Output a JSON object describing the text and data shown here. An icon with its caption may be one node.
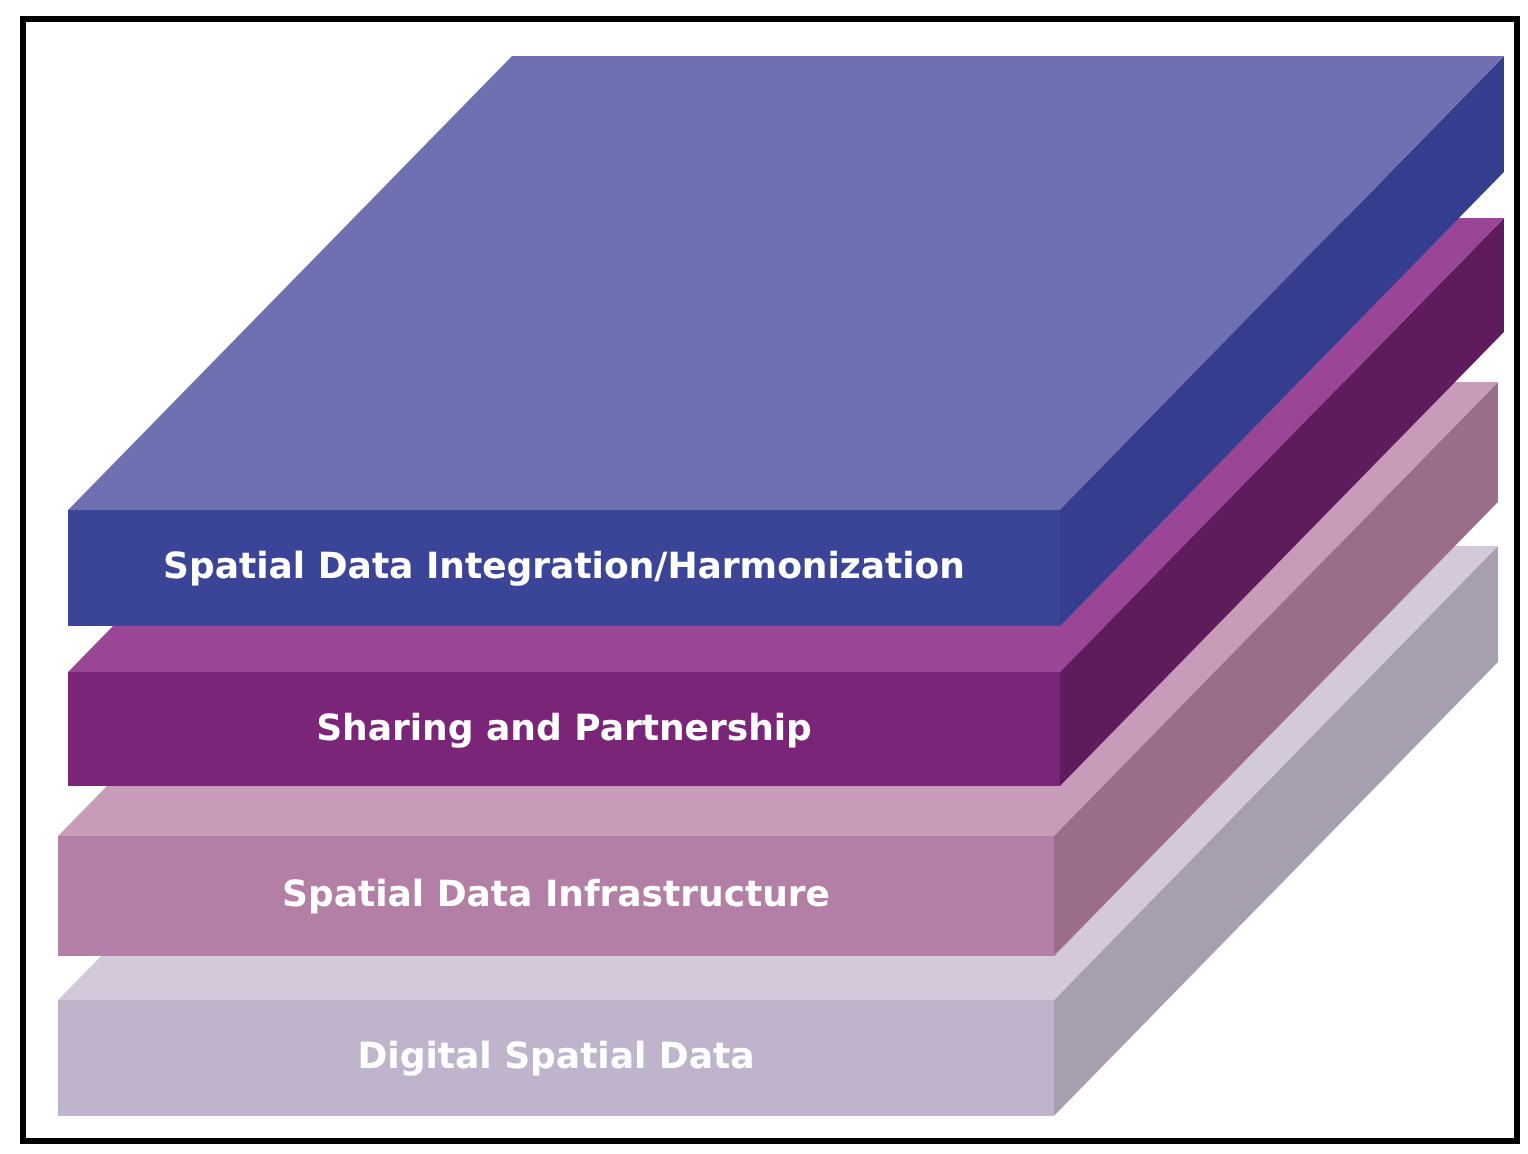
{
  "diagram": {
    "nodes": [
      {
        "text": [
          "Spatial Data Integration/Harmonization"
        ]
      },
      {
        "text": [
          "Sharing and Partnership"
        ]
      },
      {
        "text": [
          "Spatial Data Infrastructure"
        ]
      },
      {
        "text": [
          "Digital Spatial Data"
        ]
      }
    ]
  }
}
